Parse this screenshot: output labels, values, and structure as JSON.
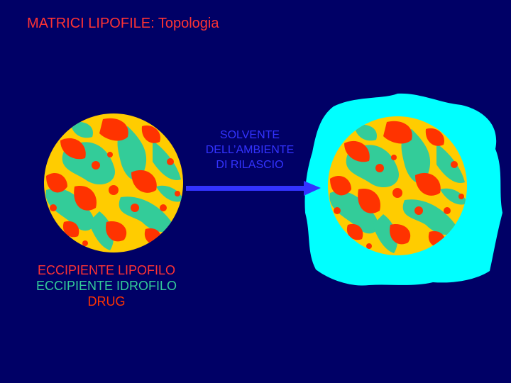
{
  "title": "MATRICI LIPOFILE: Topologia",
  "solvent_label": [
    "SOLVENTE",
    "DELL’AMBIENTE",
    "DI RILASCIO"
  ],
  "legend": {
    "lipophilic": "ECCIPIENTE LIPOFILO",
    "hydrophilic": "ECCIPIENTE IDROFILO",
    "drug": "DRUG"
  },
  "colors": {
    "background": "#000066",
    "lipophilic": "#FFCC00",
    "hydrophilic": "#33CC99",
    "drug": "#FF3300",
    "solvent": "#00FFFF",
    "arrow": "#3333FF",
    "title": "#FF3333"
  }
}
